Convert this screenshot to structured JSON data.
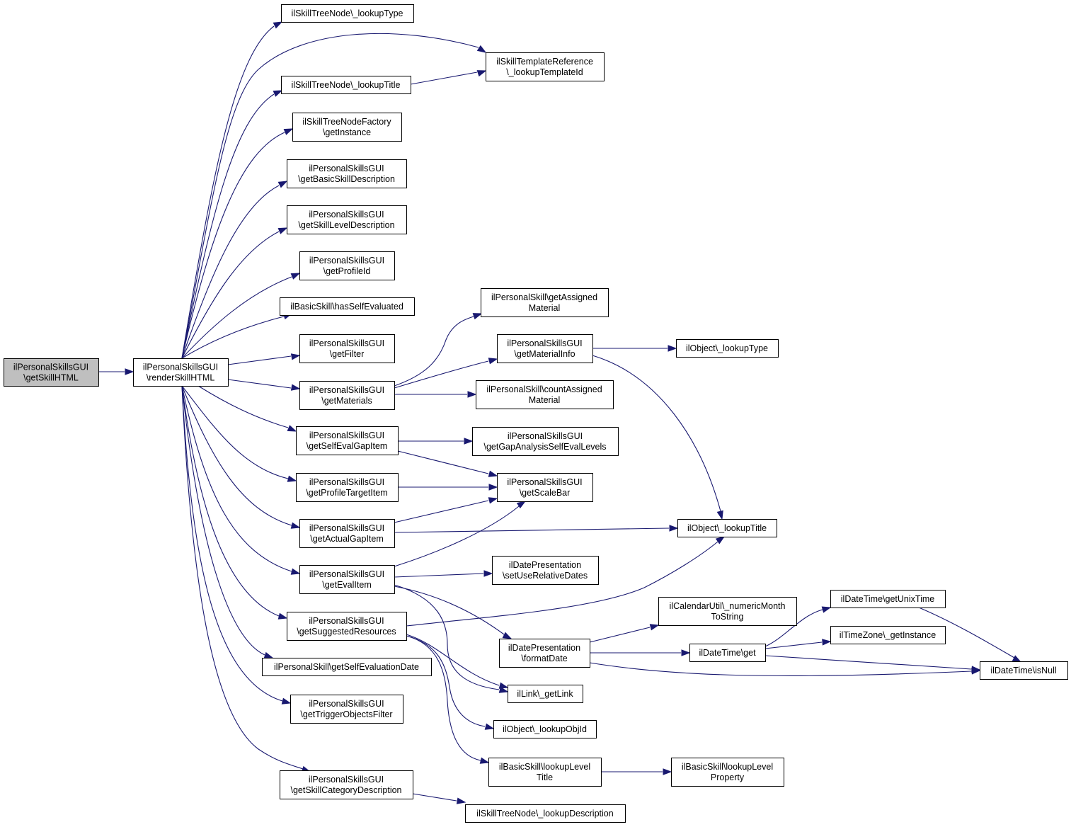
{
  "colors": {
    "edge": "#191970",
    "node_border": "#000000",
    "node_fill": "#ffffff",
    "root_fill": "#bfbfbf"
  },
  "nodes": [
    {
      "id": "getSkillHTML",
      "lines": [
        "ilPersonalSkillsGUI",
        "\\getSkillHTML"
      ],
      "root": true
    },
    {
      "id": "renderSkillHTML",
      "lines": [
        "ilPersonalSkillsGUI",
        "\\renderSkillHTML"
      ]
    },
    {
      "id": "tn_lookupType",
      "lines": [
        "ilSkillTreeNode\\_lookupType"
      ]
    },
    {
      "id": "tr_lookupTemplateId",
      "lines": [
        "ilSkillTemplateReference",
        "\\_lookupTemplateId"
      ]
    },
    {
      "id": "tn_lookupTitle",
      "lines": [
        "ilSkillTreeNode\\_lookupTitle"
      ]
    },
    {
      "id": "tnf_getInstance",
      "lines": [
        "ilSkillTreeNodeFactory",
        "\\getInstance"
      ]
    },
    {
      "id": "getBasicSkillDescription",
      "lines": [
        "ilPersonalSkillsGUI",
        "\\getBasicSkillDescription"
      ]
    },
    {
      "id": "getSkillLevelDescription",
      "lines": [
        "ilPersonalSkillsGUI",
        "\\getSkillLevelDescription"
      ]
    },
    {
      "id": "getProfileId",
      "lines": [
        "ilPersonalSkillsGUI",
        "\\getProfileId"
      ]
    },
    {
      "id": "bs_hasSelfEvaluated",
      "lines": [
        "ilBasicSkill\\hasSelfEvaluated"
      ]
    },
    {
      "id": "getFilter",
      "lines": [
        "ilPersonalSkillsGUI",
        "\\getFilter"
      ]
    },
    {
      "id": "getMaterials",
      "lines": [
        "ilPersonalSkillsGUI",
        "\\getMaterials"
      ]
    },
    {
      "id": "ps_getAssignedMaterial",
      "lines": [
        "ilPersonalSkill\\getAssigned",
        "Material"
      ]
    },
    {
      "id": "getMaterialInfo",
      "lines": [
        "ilPersonalSkillsGUI",
        "\\getMaterialInfo"
      ]
    },
    {
      "id": "obj_lookupType",
      "lines": [
        "ilObject\\_lookupType"
      ]
    },
    {
      "id": "ps_countAssignedMaterial",
      "lines": [
        "ilPersonalSkill\\countAssigned",
        "Material"
      ]
    },
    {
      "id": "getSelfEvalGapItem",
      "lines": [
        "ilPersonalSkillsGUI",
        "\\getSelfEvalGapItem"
      ]
    },
    {
      "id": "getGapAnalysisSelfEvalLevels",
      "lines": [
        "ilPersonalSkillsGUI",
        "\\getGapAnalysisSelfEvalLevels"
      ]
    },
    {
      "id": "getProfileTargetItem",
      "lines": [
        "ilPersonalSkillsGUI",
        "\\getProfileTargetItem"
      ]
    },
    {
      "id": "getScaleBar",
      "lines": [
        "ilPersonalSkillsGUI",
        "\\getScaleBar"
      ]
    },
    {
      "id": "getActualGapItem",
      "lines": [
        "ilPersonalSkillsGUI",
        "\\getActualGapItem"
      ]
    },
    {
      "id": "obj_lookupTitle",
      "lines": [
        "ilObject\\_lookupTitle"
      ]
    },
    {
      "id": "getEvalItem",
      "lines": [
        "ilPersonalSkillsGUI",
        "\\getEvalItem"
      ]
    },
    {
      "id": "dp_setUseRelativeDates",
      "lines": [
        "ilDatePresentation",
        "\\setUseRelativeDates"
      ]
    },
    {
      "id": "getSuggestedResources",
      "lines": [
        "ilPersonalSkillsGUI",
        "\\getSuggestedResources"
      ]
    },
    {
      "id": "cu_numericMonthToString",
      "lines": [
        "ilCalendarUtil\\_numericMonth",
        "ToString"
      ]
    },
    {
      "id": "dt_getUnixTime",
      "lines": [
        "ilDateTime\\getUnixTime"
      ]
    },
    {
      "id": "dp_formatDate",
      "lines": [
        "ilDatePresentation",
        "\\formatDate"
      ]
    },
    {
      "id": "dt_get",
      "lines": [
        "ilDateTime\\get"
      ]
    },
    {
      "id": "tz_getInstance",
      "lines": [
        "ilTimeZone\\_getInstance"
      ]
    },
    {
      "id": "ps_getSelfEvaluationDate",
      "lines": [
        "ilPersonalSkill\\getSelfEvaluationDate"
      ]
    },
    {
      "id": "dt_isNull",
      "lines": [
        "ilDateTime\\isNull"
      ]
    },
    {
      "id": "link_getLink",
      "lines": [
        "ilLink\\_getLink"
      ]
    },
    {
      "id": "getTriggerObjectsFilter",
      "lines": [
        "ilPersonalSkillsGUI",
        "\\getTriggerObjectsFilter"
      ]
    },
    {
      "id": "obj_lookupObjId",
      "lines": [
        "ilObject\\_lookupObjId"
      ]
    },
    {
      "id": "bs_lookupLevelTitle",
      "lines": [
        "ilBasicSkill\\lookupLevel",
        "Title"
      ]
    },
    {
      "id": "bs_lookupLevelProperty",
      "lines": [
        "ilBasicSkill\\lookupLevel",
        "Property"
      ]
    },
    {
      "id": "getSkillCategoryDescription",
      "lines": [
        "ilPersonalSkillsGUI",
        "\\getSkillCategoryDescription"
      ]
    },
    {
      "id": "tn_lookupDescription",
      "lines": [
        "ilSkillTreeNode\\_lookupDescription"
      ]
    }
  ],
  "edges": [
    [
      "getSkillHTML",
      "renderSkillHTML"
    ],
    [
      "renderSkillHTML",
      "tn_lookupType"
    ],
    [
      "renderSkillHTML",
      "tr_lookupTemplateId"
    ],
    [
      "renderSkillHTML",
      "tn_lookupTitle"
    ],
    [
      "renderSkillHTML",
      "tnf_getInstance"
    ],
    [
      "renderSkillHTML",
      "getBasicSkillDescription"
    ],
    [
      "renderSkillHTML",
      "getSkillLevelDescription"
    ],
    [
      "renderSkillHTML",
      "getProfileId"
    ],
    [
      "renderSkillHTML",
      "bs_hasSelfEvaluated"
    ],
    [
      "renderSkillHTML",
      "getFilter"
    ],
    [
      "renderSkillHTML",
      "getMaterials"
    ],
    [
      "renderSkillHTML",
      "getSelfEvalGapItem"
    ],
    [
      "renderSkillHTML",
      "getProfileTargetItem"
    ],
    [
      "renderSkillHTML",
      "getActualGapItem"
    ],
    [
      "renderSkillHTML",
      "getEvalItem"
    ],
    [
      "renderSkillHTML",
      "getSuggestedResources"
    ],
    [
      "renderSkillHTML",
      "ps_getSelfEvaluationDate"
    ],
    [
      "renderSkillHTML",
      "getTriggerObjectsFilter"
    ],
    [
      "renderSkillHTML",
      "getSkillCategoryDescription"
    ],
    [
      "tn_lookupTitle",
      "tr_lookupTemplateId"
    ],
    [
      "getMaterials",
      "ps_getAssignedMaterial"
    ],
    [
      "getMaterials",
      "getMaterialInfo"
    ],
    [
      "getMaterials",
      "ps_countAssignedMaterial"
    ],
    [
      "getMaterialInfo",
      "obj_lookupType"
    ],
    [
      "getMaterialInfo",
      "obj_lookupTitle"
    ],
    [
      "getSelfEvalGapItem",
      "getGapAnalysisSelfEvalLevels"
    ],
    [
      "getSelfEvalGapItem",
      "getScaleBar"
    ],
    [
      "getProfileTargetItem",
      "getScaleBar"
    ],
    [
      "getActualGapItem",
      "getScaleBar"
    ],
    [
      "getActualGapItem",
      "obj_lookupTitle"
    ],
    [
      "getEvalItem",
      "getScaleBar"
    ],
    [
      "getEvalItem",
      "dp_setUseRelativeDates"
    ],
    [
      "getEvalItem",
      "dp_formatDate"
    ],
    [
      "getEvalItem",
      "link_getLink"
    ],
    [
      "getSuggestedResources",
      "obj_lookupTitle"
    ],
    [
      "getSuggestedResources",
      "link_getLink"
    ],
    [
      "getSuggestedResources",
      "obj_lookupObjId"
    ],
    [
      "getSuggestedResources",
      "bs_lookupLevelTitle"
    ],
    [
      "dp_formatDate",
      "cu_numericMonthToString"
    ],
    [
      "dp_formatDate",
      "dt_get"
    ],
    [
      "dp_formatDate",
      "dt_isNull"
    ],
    [
      "dt_get",
      "dt_getUnixTime"
    ],
    [
      "dt_get",
      "tz_getInstance"
    ],
    [
      "dt_get",
      "dt_isNull"
    ],
    [
      "dt_getUnixTime",
      "dt_isNull"
    ],
    [
      "bs_lookupLevelTitle",
      "bs_lookupLevelProperty"
    ],
    [
      "getSkillCategoryDescription",
      "tn_lookupDescription"
    ]
  ]
}
